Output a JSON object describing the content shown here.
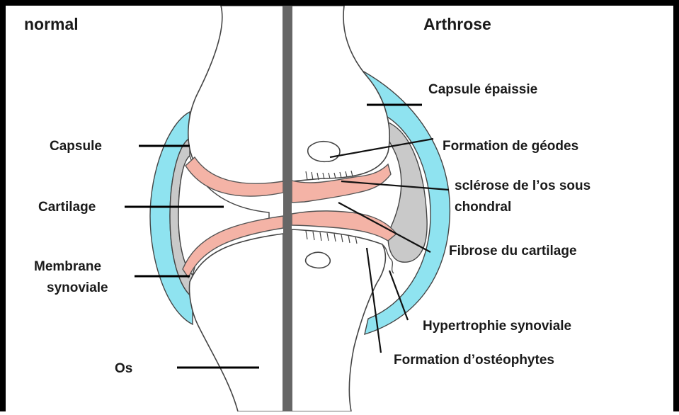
{
  "titles": {
    "normal": "normal",
    "arthrose": "Arthrose"
  },
  "labels_normal": {
    "capsule": "Capsule",
    "cartilage": "Cartilage",
    "membrane_line1": "Membrane",
    "membrane_line2": "synoviale",
    "os": "Os"
  },
  "labels_arthrose": {
    "capsule_epaissie": "Capsule épaissie",
    "geodes": "Formation de géodes",
    "sclerose_line1": "sclérose de l’os sous",
    "sclerose_line2": "chondral",
    "fibrose": "Fibrose du cartilage",
    "hypertrophie": "Hypertrophie synoviale",
    "osteophytes": "Formation d’ostéophytes"
  },
  "colors": {
    "capsule": "#8fe3f0",
    "cartilage": "#f4b3a6",
    "synovial_membrane": "#c9c9c9",
    "divider": "#666666",
    "frame": "#000000"
  }
}
